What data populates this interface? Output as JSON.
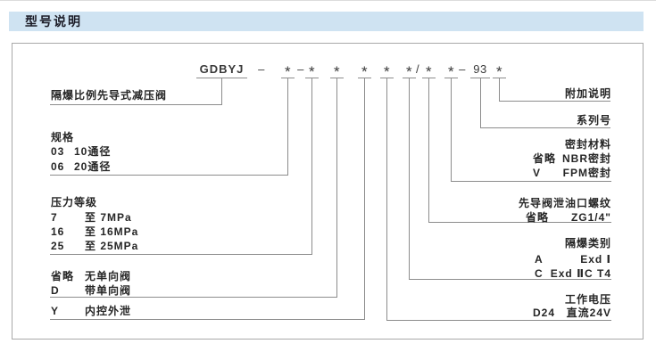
{
  "page": {
    "title": "型号说明"
  },
  "model_code": {
    "parts": [
      "GDBYJ",
      "–",
      "*",
      "–",
      "*",
      "*",
      "*",
      "*",
      "*",
      "/",
      "*",
      "*",
      "–",
      "93",
      "*"
    ]
  },
  "left": {
    "valve_name": "隔爆比例先导式减压阀",
    "spec": {
      "title": "规格",
      "rows": [
        {
          "k": "03",
          "v": "10通径"
        },
        {
          "k": "06",
          "v": "20通径"
        }
      ]
    },
    "pressure": {
      "title": "压力等级",
      "rows": [
        {
          "k": "7",
          "v": "至 7MPa"
        },
        {
          "k": "16",
          "v": "至 16MPa"
        },
        {
          "k": "25",
          "v": "至 25MPa"
        }
      ]
    },
    "check_valve": {
      "rows": [
        {
          "k": "省略",
          "v": "无单向阀"
        },
        {
          "k": "D",
          "v": "带单向阀"
        }
      ]
    },
    "drain": {
      "rows": [
        {
          "k": "Y",
          "v": "内控外泄"
        }
      ]
    }
  },
  "right": {
    "additional_note": "附加说明",
    "series_no": "系列号",
    "seal": {
      "title": "密封材料",
      "rows": [
        {
          "k": "省略",
          "v": "NBR密封"
        },
        {
          "k": "V",
          "v": "FPM密封"
        }
      ]
    },
    "pilot_thread": {
      "title": "先导阀泄油口螺纹",
      "rows": [
        {
          "k": "省略",
          "v": "ZG1/4\""
        }
      ]
    },
    "explosion_class": {
      "title": "隔爆类别",
      "rows": [
        {
          "k": "A",
          "v": "Exd Ⅰ"
        },
        {
          "k": "C",
          "v": "Exd ⅡC T4"
        }
      ]
    },
    "voltage": {
      "title": "工作电压",
      "rows": [
        {
          "k": "D24",
          "v": "直流24V"
        }
      ]
    }
  },
  "colors": {
    "header_bg": "#cfe3f2",
    "line": "#8c8c8c",
    "text": "#262626"
  }
}
